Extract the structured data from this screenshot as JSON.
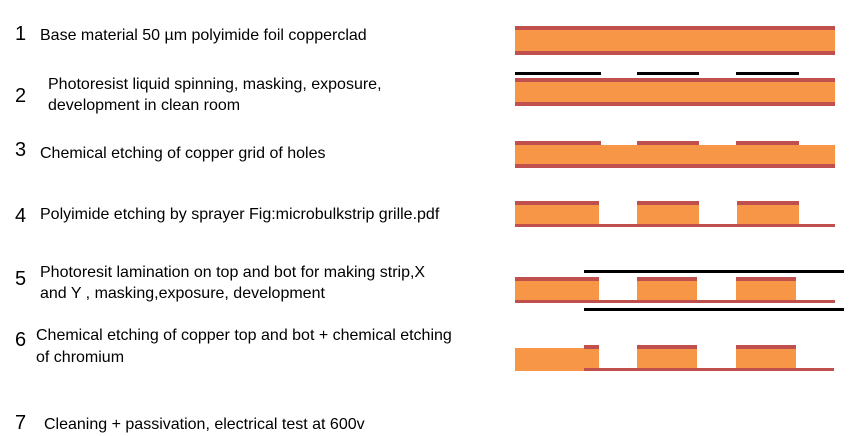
{
  "colors": {
    "polyimide": "#F79646",
    "copper": "#C0504D",
    "photoresist": "#000000",
    "text": "#000000",
    "background": "#FFFFFF"
  },
  "steps": [
    {
      "number": "1",
      "text": "Base material 50 µm polyimide foil copperclad"
    },
    {
      "number": "2",
      "line1": "Photoresist liquid spinning, masking, exposure,",
      "line2": "development in clean room"
    },
    {
      "number": "3",
      "text": "Chemical etching of copper grid of holes"
    },
    {
      "number": "4",
      "text": "Polyimide etching by sprayer Fig:microbulkstrip grille.pdf"
    },
    {
      "number": "5",
      "line1": "Photoresit lamination on top and bot for making strip,X",
      "line2": "and Y , masking,exposure, development"
    },
    {
      "number": "6",
      "line1": "Chemical etching of copper top and bot + chemical etching",
      "line2": "of chromium"
    },
    {
      "number": "7",
      "text": "Cleaning + passivation, electrical test at 600v"
    }
  ]
}
